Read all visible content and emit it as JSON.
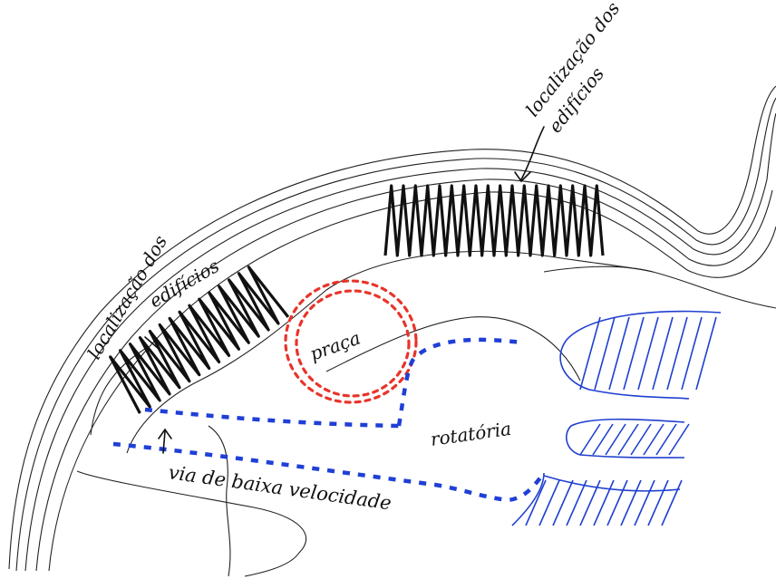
{
  "labels": {
    "localizacao_top": "localização dos",
    "edificios_top": "edifícios",
    "localizacao_left": "localização dos",
    "edificios_left": "edifícios",
    "praca": "praça",
    "rotatoria": "rotatória",
    "via": "via de baixa velocidade"
  },
  "colors": {
    "ink": "#111111",
    "contour": "#222222",
    "road": "#1f3fd6",
    "plaza": "#e8342a",
    "hatch": "#2040d0"
  }
}
